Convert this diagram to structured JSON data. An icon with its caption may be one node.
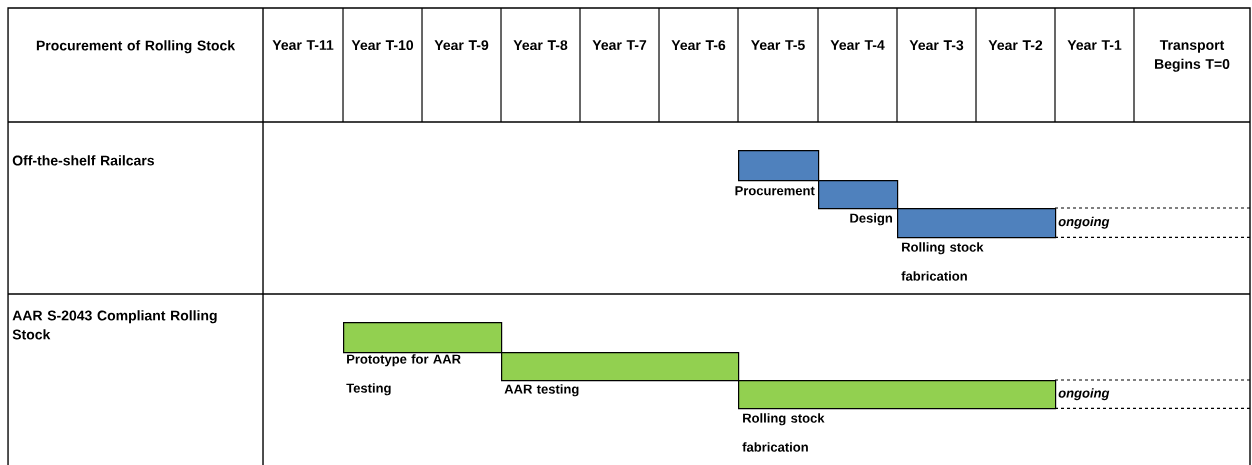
{
  "diagram": {
    "nodes": [
      {
        "text": [],
        "shape": "bar",
        "beside": [
          "Procurement"
        ]
      },
      {
        "text": [],
        "shape": "bar",
        "beside": [
          "Design"
        ]
      },
      {
        "text": [],
        "shape": "bar",
        "beside": [
          "Rolling stock fabrication"
        ]
      },
      {
        "text": [
          "ongoing"
        ]
      },
      {
        "text": [],
        "shape": "bar",
        "beside": [
          "Prototype for AAR Testing"
        ]
      },
      {
        "text": [],
        "shape": "bar",
        "beside": [
          "AAR testing"
        ]
      },
      {
        "text": [],
        "shape": "bar",
        "beside": [
          "Rolling stock fabrication"
        ]
      },
      {
        "text": [
          "ongoing"
        ]
      }
    ],
    "labels": [
      "Procurement of Rolling Stock",
      "Year T-11",
      "Year T-10",
      "Year T-9",
      "Year T-8",
      "Year T-7",
      "Year T-6",
      "Year T-5",
      "Year T-4",
      "Year T-3",
      "Year T-2",
      "Year T-1",
      "Transport Begins T=0",
      "Off-the-shelf Railcars",
      "AAR S-2043 Compliant Rolling Stock"
    ]
  }
}
